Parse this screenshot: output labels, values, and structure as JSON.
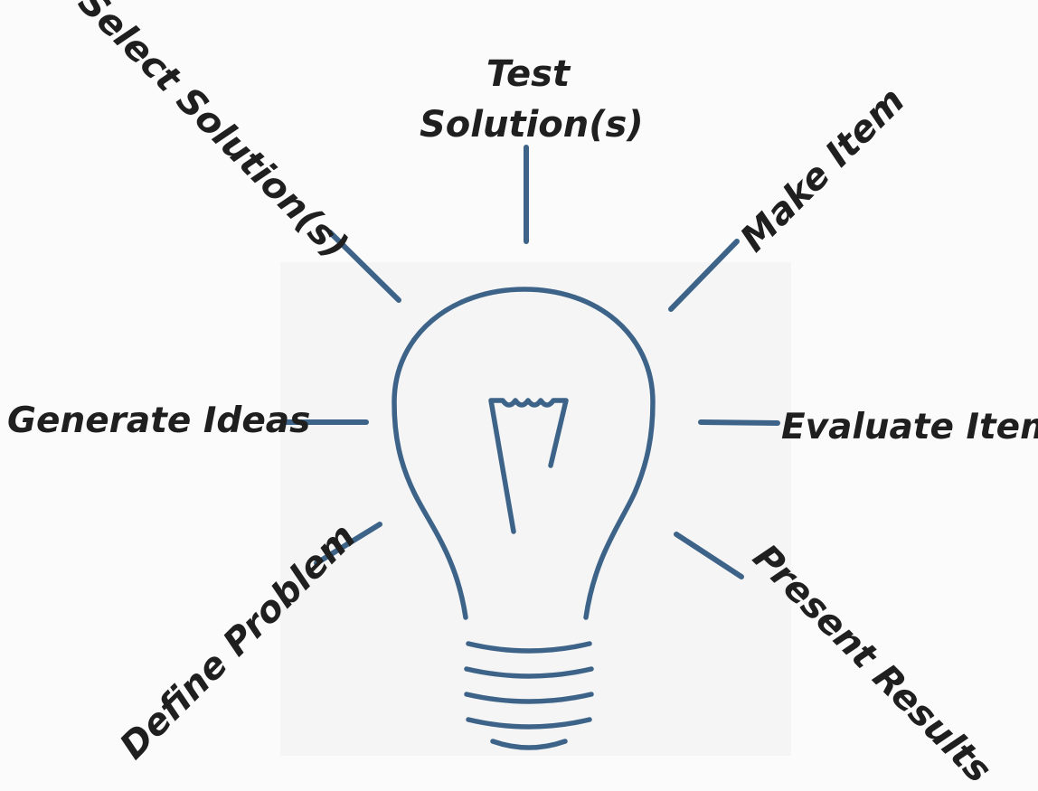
{
  "steps": [
    {
      "id": "define-problem",
      "label": "Define Problem"
    },
    {
      "id": "generate-ideas",
      "label": "Generate Ideas"
    },
    {
      "id": "select-solutions",
      "label": "Select Solution(s)"
    },
    {
      "id": "test-solutions",
      "line1": "Test",
      "line2": "Solution(s)"
    },
    {
      "id": "make-item",
      "label": "Make Item"
    },
    {
      "id": "evaluate-item",
      "label": "Evaluate Item"
    },
    {
      "id": "present-results",
      "label": "Present Results"
    }
  ],
  "colors": {
    "stroke": "#3d6488",
    "text": "#1f1f1f",
    "background": "#fbfbfc"
  },
  "icon": "lightbulb-icon"
}
